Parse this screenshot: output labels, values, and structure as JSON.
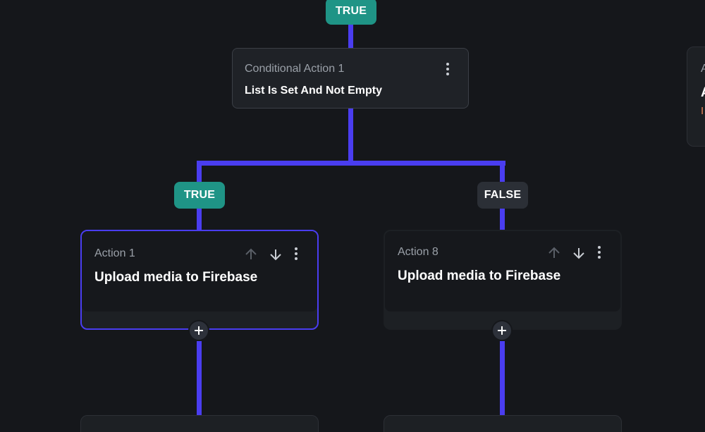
{
  "flow": {
    "top_branch_label": "TRUE",
    "conditional": {
      "subtitle": "Conditional Action 1",
      "title": "List Is Set And Not Empty"
    },
    "true_label": "TRUE",
    "false_label": "FALSE",
    "true_action": {
      "subtitle": "Action 1",
      "title": "Upload media to Firebase"
    },
    "false_action": {
      "subtitle": "Action 8",
      "title": "Upload media to Firebase"
    },
    "side_card": {
      "subtitle_fragment": "A",
      "title_fragment": "A",
      "warning_fragment": "I"
    }
  },
  "colors": {
    "background": "#15171b",
    "connector": "#4a3df0",
    "true_pill": "#1f9486",
    "false_pill": "#2b2f36",
    "card": "#1f2227",
    "warning": "#e8845a"
  },
  "icons": {
    "more": "more-vertical-icon",
    "move_up": "arrow-up-icon",
    "move_down": "arrow-down-icon",
    "add": "plus-icon"
  }
}
